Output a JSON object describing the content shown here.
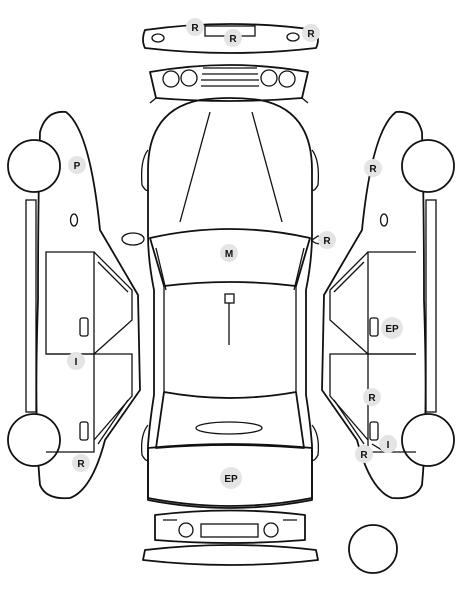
{
  "badges": {
    "front_bumper_left": "R",
    "front_bumper_center": "R",
    "front_bumper_right": "R",
    "left_front_fender": "P",
    "hood": "M",
    "right_mirror": "R",
    "right_front_fender": "R",
    "right_rear_door": "EP",
    "left_rear_door_top": "I",
    "right_rear_quarter": "R",
    "right_rear_wheel_arch": "R",
    "right_rear_wheel_indicator": "I",
    "left_rear_quarter": "R",
    "trunk": "EP"
  },
  "colors": {
    "line": "#111111",
    "badge_fill": "#e4e4e4",
    "background": "#ffffff"
  }
}
